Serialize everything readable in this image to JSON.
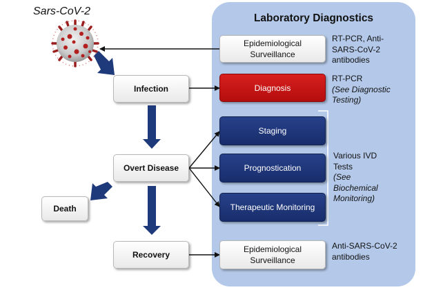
{
  "virus_label": "Sars-CoV-2",
  "panel": {
    "title": "Laboratory Diagnostics"
  },
  "flow": {
    "infection": "Infection",
    "overt_disease": "Overt Disease",
    "death": "Death",
    "recovery": "Recovery"
  },
  "lab_boxes": {
    "epi_top": [
      "Epidemiological",
      "Surveillance"
    ],
    "diagnosis": "Diagnosis",
    "staging": "Staging",
    "prognostication": "Prognostication",
    "therapeutic_monitoring": "Therapeutic Monitoring",
    "epi_bottom": [
      "Epidemiological",
      "Surveillance"
    ]
  },
  "notes": {
    "epi_top": [
      "RT-PCR, Anti-",
      "SARS-CoV-2",
      "antibodies"
    ],
    "diagnosis": {
      "line1": "RT-PCR",
      "italic": [
        "(See Diagnostic",
        "Testing)"
      ]
    },
    "ivd": {
      "lines": [
        "Various IVD",
        "Tests"
      ],
      "italic": [
        "(See",
        "Biochemical",
        "Monitoring)"
      ]
    },
    "epi_bottom": [
      "Anti-SARS-CoV-2",
      "antibodies"
    ]
  },
  "colors": {
    "panel": "#b4c9e9",
    "diagnosis_red": "#c41616",
    "lab_blue": "#1f3679",
    "flow_arrow": "#1f3a7a"
  },
  "icons": {
    "virus": "coronavirus-icon"
  }
}
